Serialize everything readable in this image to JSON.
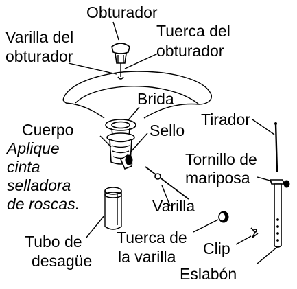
{
  "labels": {
    "obturador": "Obturador",
    "varilla_obturador": [
      "Varilla del",
      "obturador"
    ],
    "tuerca_obturador": [
      "Tuerca del",
      "obturador"
    ],
    "brida": "Brida",
    "cuerpo": "Cuerpo",
    "sello": "Sello",
    "nota_cinta": [
      "Aplique",
      "cinta",
      "selladora",
      "de roscas."
    ],
    "tirador": "Tirador",
    "tornillo_mariposa": [
      "Tornillo de",
      "mariposa"
    ],
    "varilla": "Varilla",
    "tubo_desague": [
      "Tubo de",
      "desagüe"
    ],
    "tuerca_varilla": [
      "Tuerca de",
      "la varilla"
    ],
    "clip": "Clip",
    "eslabon": "Eslabón"
  }
}
